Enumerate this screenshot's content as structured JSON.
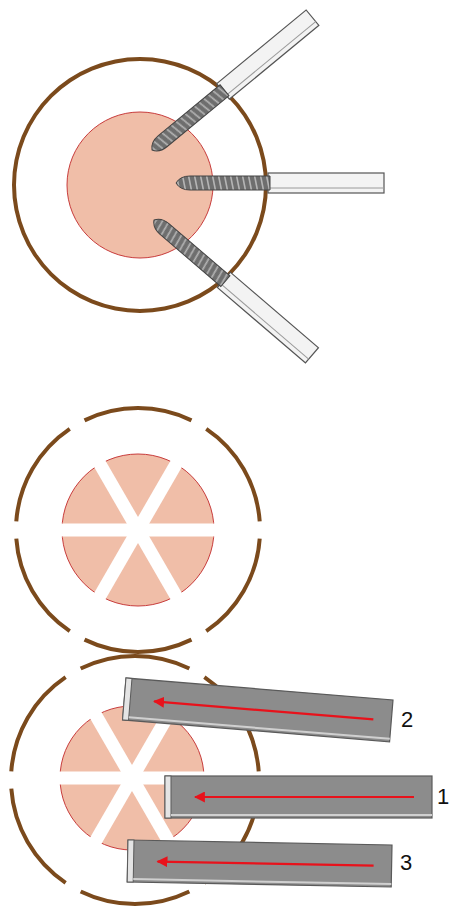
{
  "diagram": {
    "labels": [
      "2",
      "1",
      "3"
    ]
  }
}
